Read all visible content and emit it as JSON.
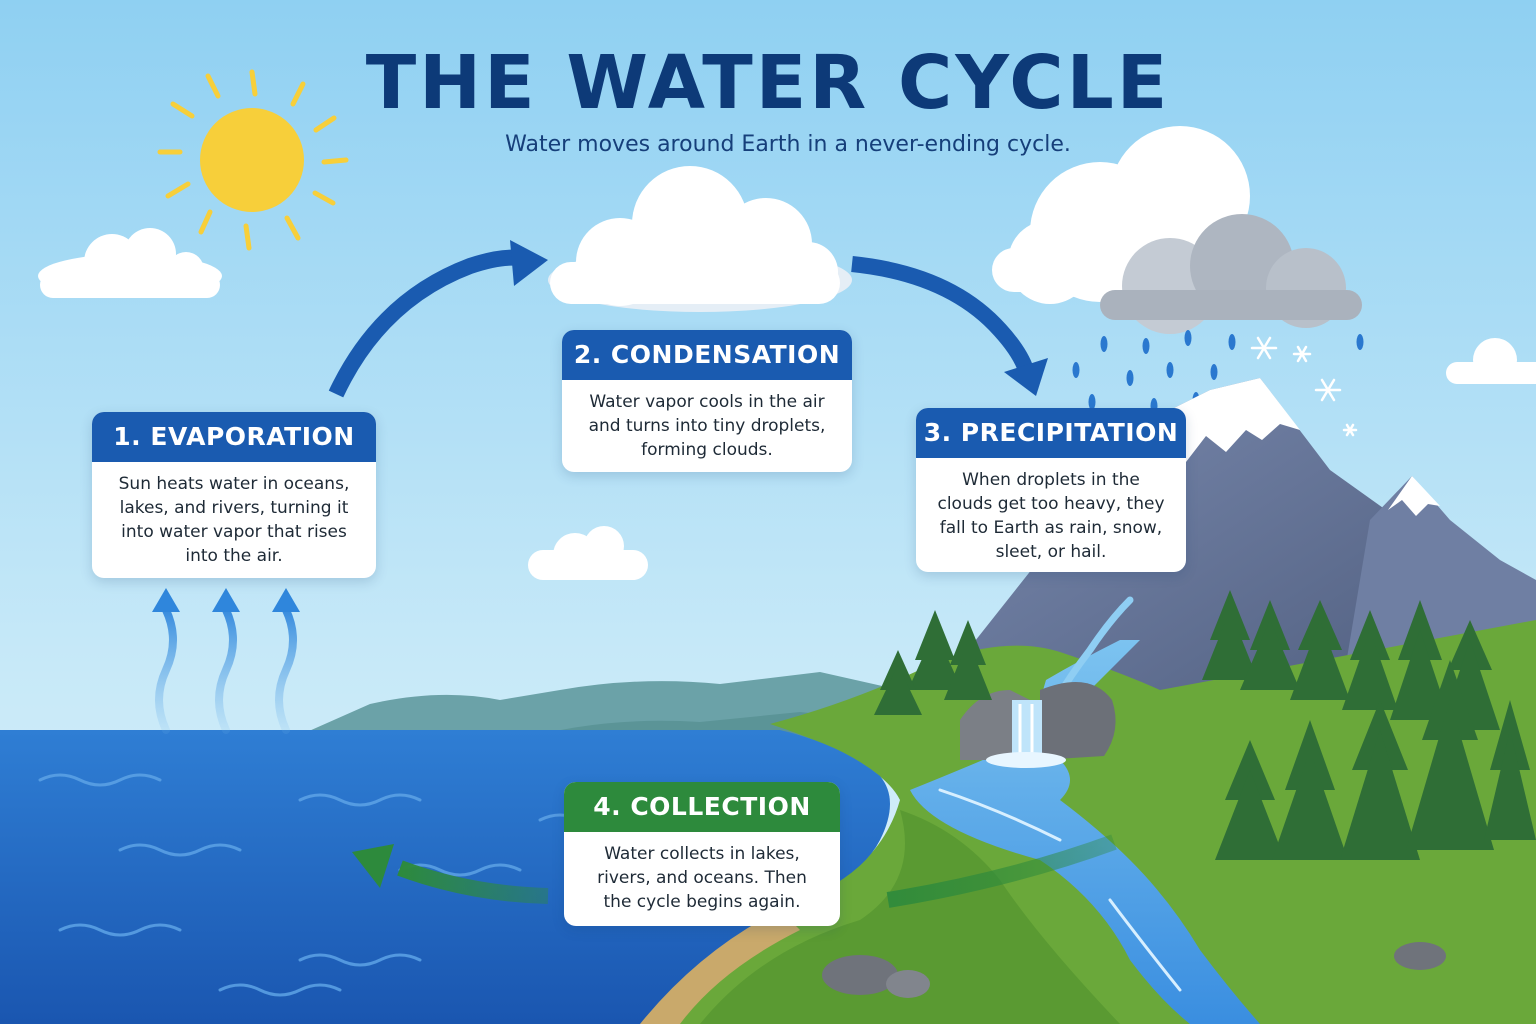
{
  "header": {
    "title": "THE WATER CYCLE",
    "subtitle": "Water moves around Earth in a never-ending cycle."
  },
  "stages": [
    {
      "title": "1.  EVAPORATION",
      "description": "Sun heats water in oceans, lakes, and rivers, turning it into water vapor that rises into the air."
    },
    {
      "title": "2. CONDENSATION",
      "description": "Water vapor cools in the air and turns into tiny droplets, forming clouds."
    },
    {
      "title": "3. PRECIPITATION",
      "description": "When droplets in the clouds get too heavy, they fall to Earth as rain, snow, sleet, or hail."
    },
    {
      "title": "4. COLLECTION",
      "description": "Water collects in lakes, rivers, and oceans. Then the cycle begins again."
    }
  ],
  "colors": {
    "title": "#0d3a78",
    "stage_header_blue": "#1a5bb0",
    "stage_header_green": "#2d8a3c",
    "sky_top": "#8fd0f2",
    "ocean": "#1e66c4",
    "sun": "#f7cf3a",
    "mountain": "#5f6f96",
    "grass": "#6aa83a"
  },
  "icons": [
    "sun-icon",
    "cloud-icon",
    "rain-cloud-icon",
    "snowflake-icon",
    "raindrop-icon",
    "tree-icon",
    "mountain-icon",
    "waterfall-icon",
    "river-icon",
    "rock-icon",
    "arrow-icon",
    "vapor-arrow-icon"
  ]
}
